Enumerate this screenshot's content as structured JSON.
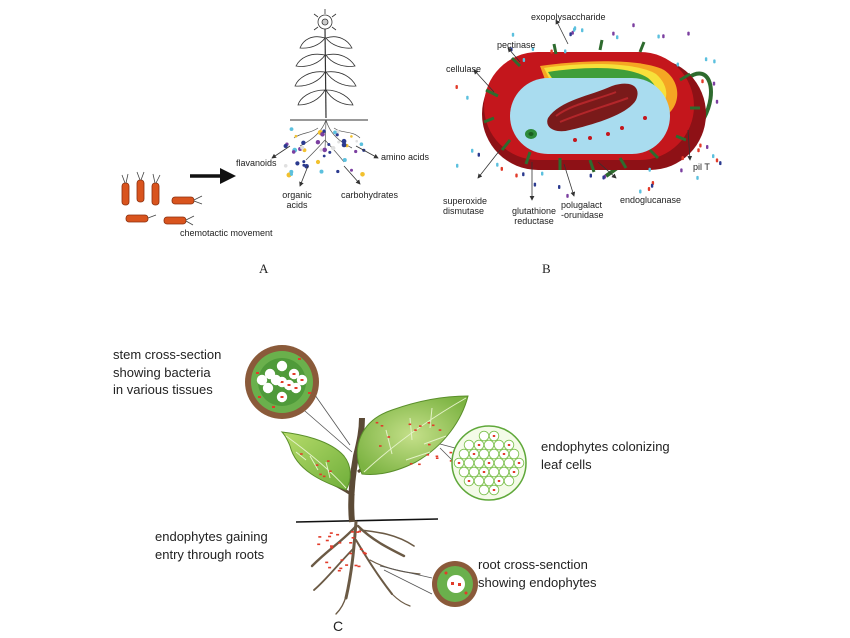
{
  "panels": {
    "a": "A",
    "b": "B",
    "c": "C"
  },
  "panel_a": {
    "flavanoids": "flavanoids",
    "amino_acids": "amino acids",
    "organic_acids": "organic\nacids",
    "carbohydrates": "carbohydrates",
    "chemotactic": "chemotactic movement"
  },
  "panel_b": {
    "exopolysaccharide": "exopolysaccharide",
    "pectinase": "pectinase",
    "cellulase": "cellulase",
    "pil_t": "pil T",
    "superoxide": "superoxide\ndismutase",
    "glutathione": "glutathione\nreductase",
    "polygalact": "polugalact\n-orunidase",
    "endoglucanase": "endoglucanase"
  },
  "panel_c": {
    "stem": "stem cross-section\nshowing bacteria\nin various tissues",
    "leaf": "endophytes colonizing\nleaf cells",
    "roots": "endophytes gaining\nentry through roots",
    "root_cs": "root cross-senction\nshowing endophytes"
  },
  "colors": {
    "bacteria": "#d9541e",
    "cell_wall": "#c4161c",
    "cytoplasm": "#a9dcef",
    "leaf": "#8cc63f",
    "stem": "#5b4a36",
    "endophyte": "#e23b2a"
  }
}
